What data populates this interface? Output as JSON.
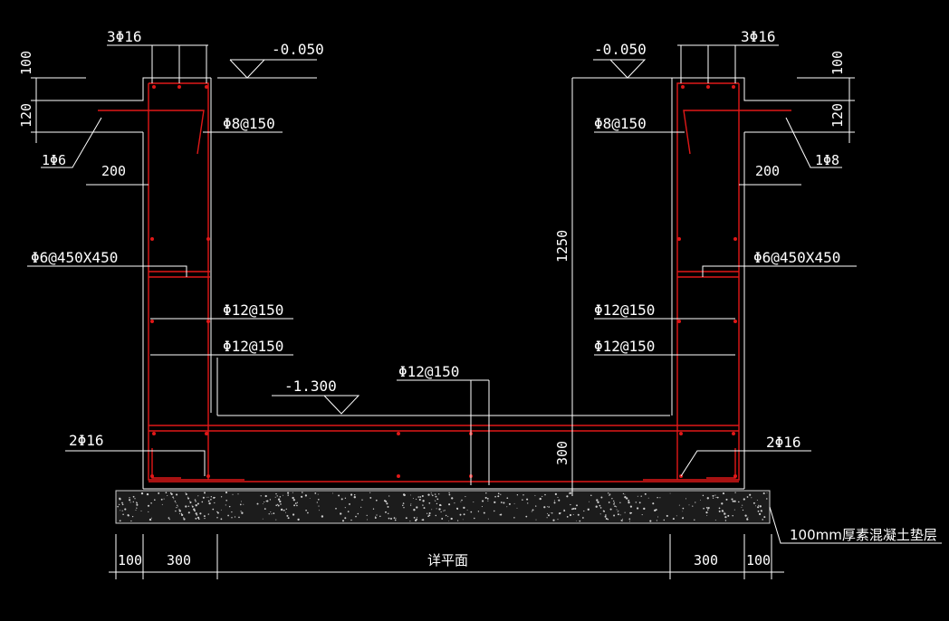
{
  "drawing": {
    "colors": {
      "background": "#000000",
      "line": "#ffffff",
      "rebar": "#e01818",
      "cushion": "#d0d0d0"
    },
    "elevations": {
      "top_left": "-0.050",
      "top_right": "-0.050",
      "inner_bottom": "-1.300"
    },
    "top_bars": {
      "left": "3Φ16",
      "right": "3Φ16"
    },
    "vertical_dims": {
      "slab_thickness_left": "100",
      "slab_depth_left": "120",
      "slab_thickness_right": "100",
      "slab_depth_right": "120",
      "depth": "1250",
      "bottom_slab": "300"
    },
    "horizontal_dims": {
      "ledge_left": "200",
      "ledge_right": "200",
      "cushion_left": "100",
      "wall_left": "300",
      "middle": "详平面",
      "wall_right": "300",
      "cushion_right": "100"
    },
    "rebar_labels": {
      "ledge_left": "1Φ6",
      "ledge_right": "1Φ8",
      "stirrup_left": "Φ8@150",
      "stirrup_right": "Φ8@150",
      "tie_left": "Φ6@450X450",
      "tie_right": "Φ6@450X450",
      "wall_left_1": "Φ12@150",
      "wall_left_2": "Φ12@150",
      "wall_right_1": "Φ12@150",
      "wall_right_2": "Φ12@150",
      "bottom_slab": "Φ12@150",
      "corner_left": "2Φ16",
      "corner_right": "2Φ16"
    },
    "cushion_note": "100mm厚素混凝土垫层"
  }
}
